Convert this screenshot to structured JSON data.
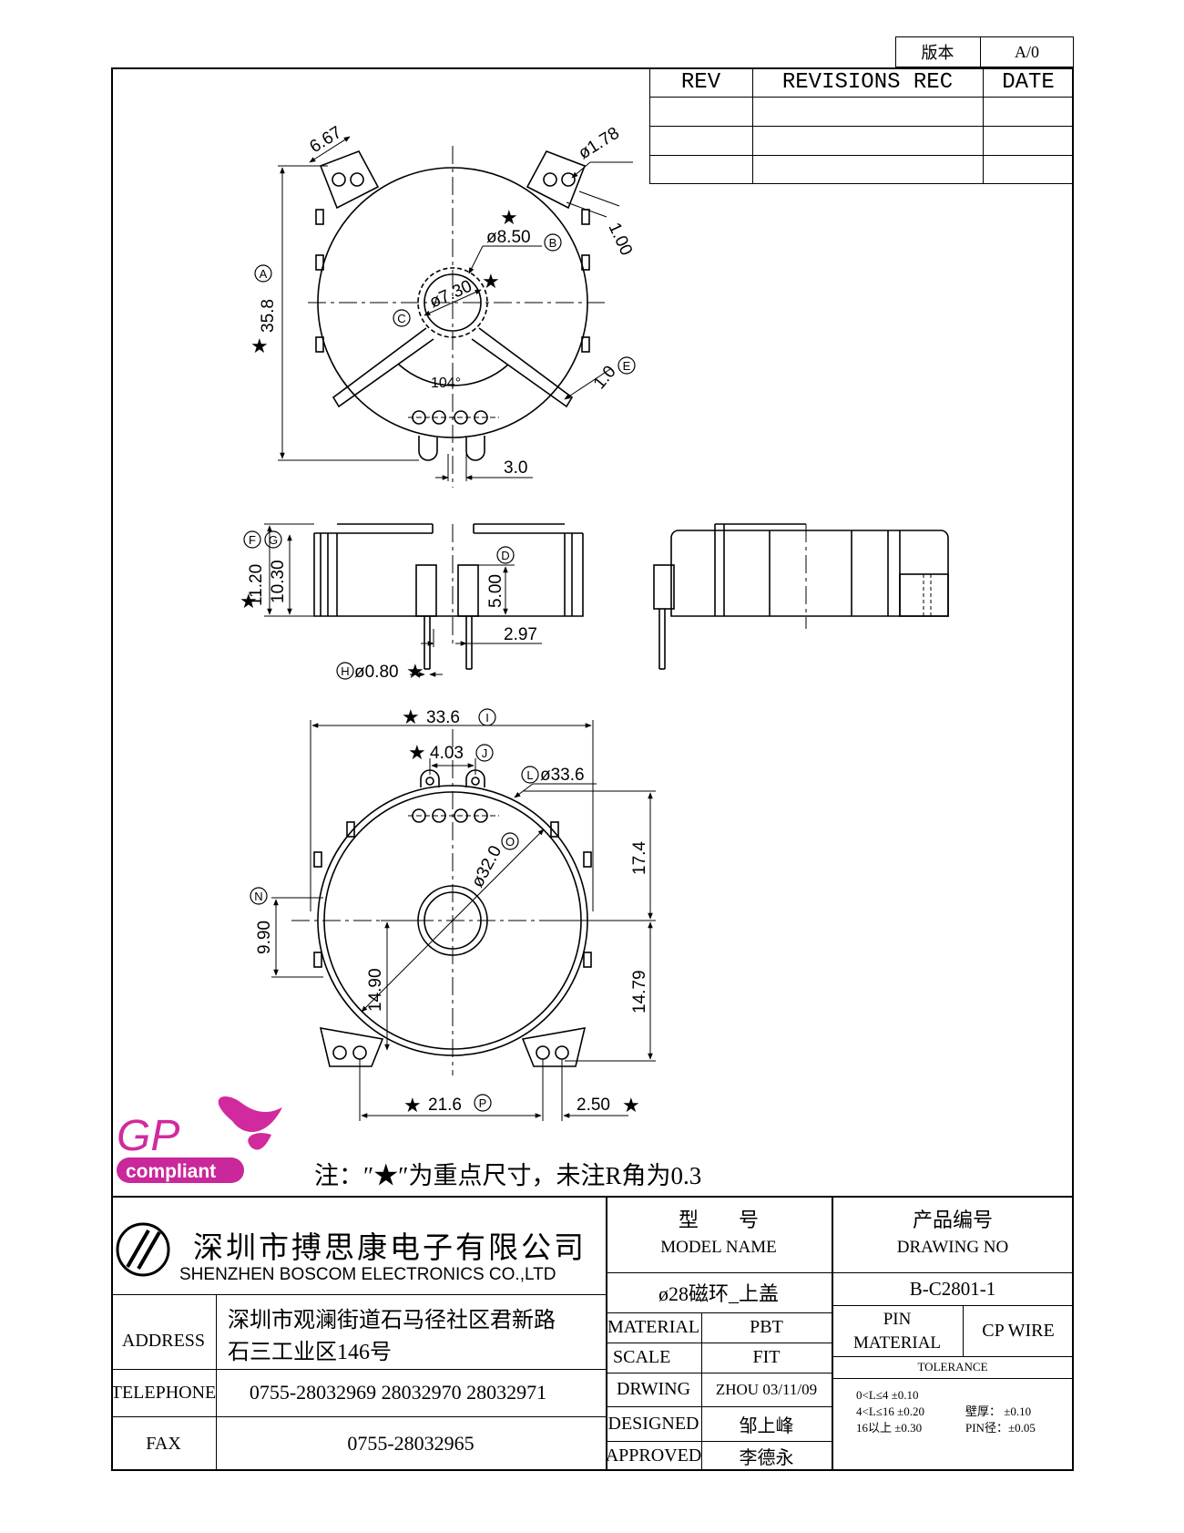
{
  "version_box": {
    "label": "版本",
    "value": "A/0"
  },
  "revision_table": {
    "headers": [
      "REV",
      "REVISIONS REC",
      "DATE"
    ]
  },
  "drawing": {
    "top_view": {
      "dim_pad_width": "6.67",
      "dim_hole": "ø1.78",
      "dim_slot": "1.00",
      "dim_outer_ring": "ø8.50",
      "dim_inner_hole": "ø7.30",
      "dim_height": "35.8",
      "dim_angle": "104°",
      "dim_pin_gap": "1.0",
      "dim_bottom": "3.0",
      "ref_a": "A",
      "ref_b": "B",
      "ref_c": "C",
      "ref_e": "E"
    },
    "side_view": {
      "dim_total_height": "11.20",
      "dim_body_height": "10.30",
      "dim_pin_length": "5.00",
      "dim_pin_spacing": "2.97",
      "dim_pin_diameter": "ø0.80",
      "ref_f": "F",
      "ref_g": "G",
      "ref_d": "D",
      "ref_h": "H"
    },
    "bottom_view": {
      "dim_width": "33.6",
      "dim_tab_spacing": "4.03",
      "dim_outer_dia": "ø33.6",
      "dim_inner_dia": "ø32.0",
      "dim_upper": "17.4",
      "dim_left": "9.90",
      "dim_center_to_bottom": "14.90",
      "dim_lower": "14.79",
      "dim_foot_spacing": "21.6",
      "dim_foot_offset": "2.50",
      "ref_i": "I",
      "ref_j": "J",
      "ref_l": "L",
      "ref_o": "O",
      "ref_n": "N",
      "ref_p": "P"
    },
    "star": "★"
  },
  "logo": {
    "gp": "GP",
    "compliant": "compliant"
  },
  "note": "注：″★″为重点尺寸，未注R角为0.3",
  "company": {
    "name_cn": "深圳市搏思康电子有限公司",
    "name_en": "SHENZHEN BOSCOM ELECTRONICS CO.,LTD",
    "address_label": "ADDRESS",
    "address_line1": "深圳市观澜街道石马径社区君新路",
    "address_line2": "石三工业区146号",
    "telephone_label": "TELEPHONE",
    "telephone": "0755-28032969 28032970 28032971",
    "fax_label": "FAX",
    "fax": "0755-28032965"
  },
  "model": {
    "label_cn": "型　　号",
    "label_en": "MODEL NAME",
    "value": "ø28磁环_上盖"
  },
  "drawing_no": {
    "label_cn": "产品编号",
    "label_en": "DRAWING NO",
    "value": "B-C2801-1"
  },
  "specs": {
    "material_label": "MATERIAL",
    "material": "PBT",
    "scale_label": "SCALE",
    "scale": "FIT",
    "drwing_label": "DRWING",
    "drwing": "ZHOU 03/11/09",
    "designed_label": "DESIGNED",
    "designed": "邹上峰",
    "approved_label": "APPROVED",
    "approved": "李德永",
    "pin_material_label1": "PIN",
    "pin_material_label2": "MATERIAL",
    "pin_material": "CP WIRE",
    "tolerance_label": "TOLERANCE",
    "tol_1": "0<L≤4 ±0.10",
    "tol_2": "4<L≤16 ±0.20",
    "tol_3": "16以上 ±0.30",
    "wall": "壁厚： ±0.10",
    "pin_dia": "PIN径：±0.05"
  }
}
